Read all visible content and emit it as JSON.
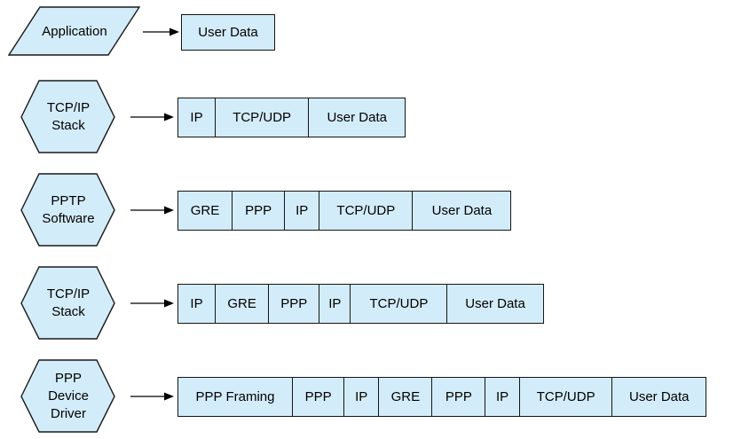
{
  "colors": {
    "shape_fill": "#d3ecfa",
    "shape_border": "#1a1a1a",
    "arrow": "#000000",
    "background": "#ffffff",
    "text": "#000000"
  },
  "rows": [
    {
      "name": "application",
      "shape": "parallelogram",
      "label_lines": [
        "Application"
      ],
      "segments": [
        {
          "label": "User Data",
          "width": 106
        }
      ]
    },
    {
      "name": "tcpip-stack-1",
      "shape": "hexagon",
      "label_lines": [
        "TCP/IP",
        "Stack"
      ],
      "segments": [
        {
          "label": "IP",
          "width": 43
        },
        {
          "label": "TCP/UDP",
          "width": 107
        },
        {
          "label": "User Data",
          "width": 110
        }
      ]
    },
    {
      "name": "pptp-software",
      "shape": "hexagon",
      "label_lines": [
        "PPTP",
        "Software"
      ],
      "segments": [
        {
          "label": "GRE",
          "width": 62
        },
        {
          "label": "PPP",
          "width": 61
        },
        {
          "label": "IP",
          "width": 40
        },
        {
          "label": "TCP/UDP",
          "width": 107
        },
        {
          "label": "User Data",
          "width": 112
        }
      ]
    },
    {
      "name": "tcpip-stack-2",
      "shape": "hexagon",
      "label_lines": [
        "TCP/IP",
        "Stack"
      ],
      "segments": [
        {
          "label": "IP",
          "width": 43
        },
        {
          "label": "GRE",
          "width": 62
        },
        {
          "label": "PPP",
          "width": 58
        },
        {
          "label": "IP",
          "width": 37
        },
        {
          "label": "TCP/UDP",
          "width": 110
        },
        {
          "label": "User Data",
          "width": 110
        }
      ]
    },
    {
      "name": "ppp-device-driver",
      "shape": "hexagon",
      "label_lines": [
        "PPP",
        "Device",
        "Driver"
      ],
      "segments": [
        {
          "label": "PPP Framing",
          "width": 130
        },
        {
          "label": "PPP",
          "width": 60
        },
        {
          "label": "IP",
          "width": 40
        },
        {
          "label": "GRE",
          "width": 62
        },
        {
          "label": "PPP",
          "width": 61
        },
        {
          "label": "IP",
          "width": 40
        },
        {
          "label": "TCP/UDP",
          "width": 106
        },
        {
          "label": "User Data",
          "width": 107
        }
      ]
    }
  ]
}
